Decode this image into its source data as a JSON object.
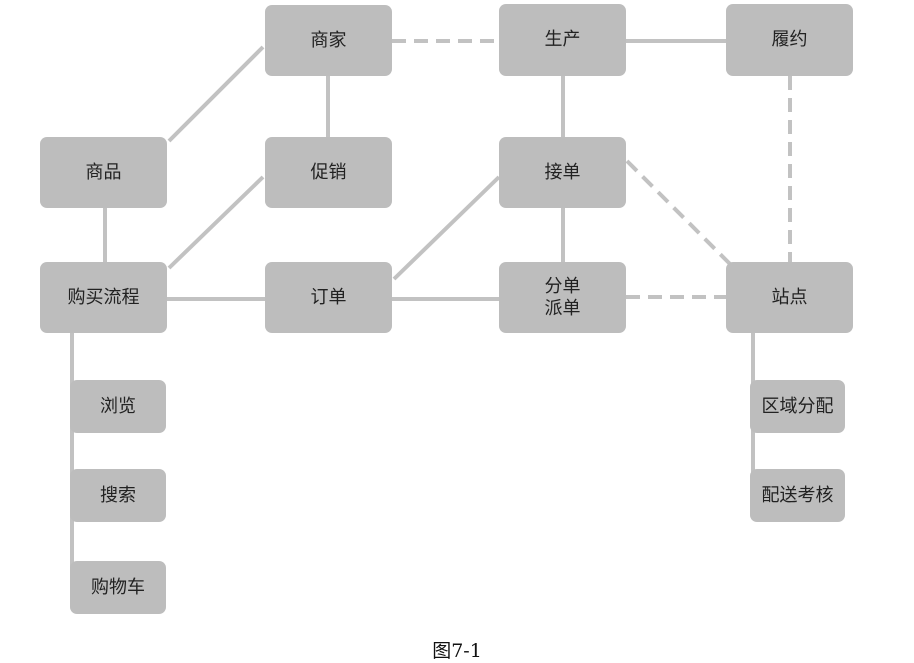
{
  "nodes": {
    "merchant": "商家",
    "production": "生产",
    "fulfillment": "履约",
    "product": "商品",
    "promotion": "促销",
    "accept_order": "接单",
    "purchase_flow": "购买流程",
    "order": "订单",
    "split_dispatch": "分单\n派单",
    "station": "站点",
    "browse": "浏览",
    "search": "搜索",
    "cart": "购物车",
    "region_assign": "区域分配",
    "delivery_assess": "配送考核"
  },
  "edges": [
    {
      "from": "product",
      "to": "merchant",
      "style": "solid"
    },
    {
      "from": "merchant",
      "to": "promotion",
      "style": "solid"
    },
    {
      "from": "merchant",
      "to": "production",
      "style": "dashed"
    },
    {
      "from": "production",
      "to": "fulfillment",
      "style": "solid"
    },
    {
      "from": "production",
      "to": "accept_order",
      "style": "solid"
    },
    {
      "from": "fulfillment",
      "to": "station",
      "style": "dashed"
    },
    {
      "from": "product",
      "to": "purchase_flow",
      "style": "solid"
    },
    {
      "from": "purchase_flow",
      "to": "promotion",
      "style": "solid"
    },
    {
      "from": "purchase_flow",
      "to": "order",
      "style": "solid"
    },
    {
      "from": "order",
      "to": "accept_order",
      "style": "solid"
    },
    {
      "from": "order",
      "to": "split_dispatch",
      "style": "solid"
    },
    {
      "from": "accept_order",
      "to": "split_dispatch",
      "style": "solid"
    },
    {
      "from": "accept_order",
      "to": "station",
      "style": "dashed"
    },
    {
      "from": "split_dispatch",
      "to": "station",
      "style": "dashed"
    },
    {
      "from": "purchase_flow",
      "to": "browse",
      "style": "solid"
    },
    {
      "from": "purchase_flow",
      "to": "search",
      "style": "solid"
    },
    {
      "from": "purchase_flow",
      "to": "cart",
      "style": "solid"
    },
    {
      "from": "station",
      "to": "region_assign",
      "style": "solid"
    },
    {
      "from": "station",
      "to": "delivery_assess",
      "style": "solid"
    }
  ],
  "colors": {
    "node_fill": "#bdbdbd",
    "line": "#c4c4c4",
    "text": "#222222"
  },
  "caption": "图7-1"
}
